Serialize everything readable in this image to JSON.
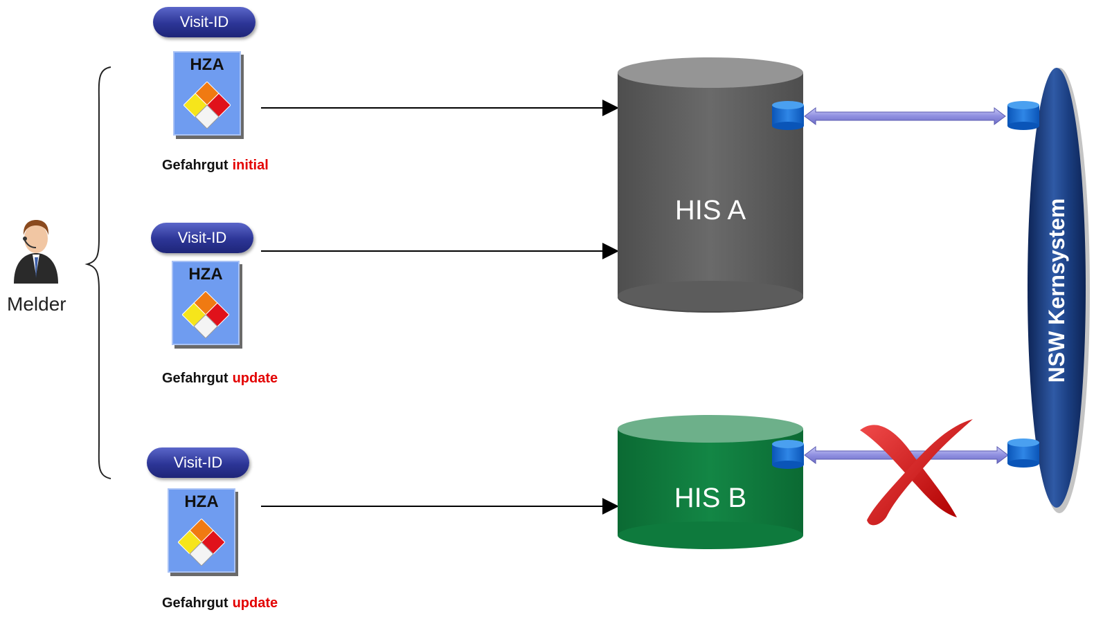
{
  "actor": {
    "label": "Melder"
  },
  "messages": [
    {
      "pill": "Visit-ID",
      "doc": "HZA",
      "caption": "Gefahrgut",
      "state": "initial"
    },
    {
      "pill": "Visit-ID",
      "doc": "HZA",
      "caption": "Gefahrgut",
      "state": "update"
    },
    {
      "pill": "Visit-ID",
      "doc": "HZA",
      "caption": "Gefahrgut",
      "state": "update"
    }
  ],
  "databases": [
    {
      "label": "HIS A",
      "color": "#5f5f5f"
    },
    {
      "label": "HIS B",
      "color": "#0f7a3c"
    }
  ],
  "core_system": {
    "label": "NSW Kernsystem",
    "color": "#1a3a7a"
  },
  "links": [
    {
      "from": "HIS A",
      "to": "NSW Kernsystem",
      "status": "ok"
    },
    {
      "from": "HIS B",
      "to": "NSW Kernsystem",
      "status": "broken"
    }
  ]
}
